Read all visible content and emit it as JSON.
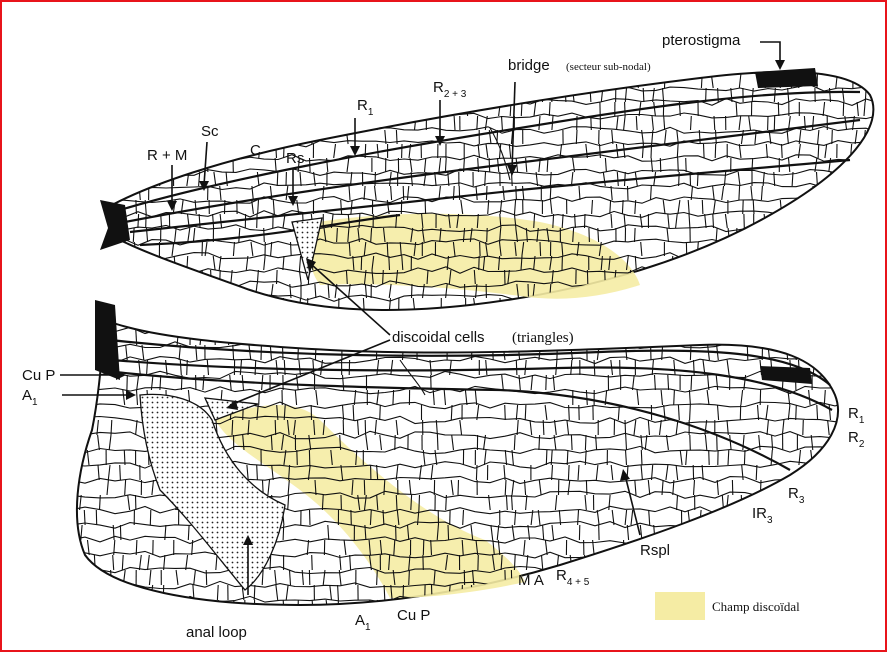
{
  "diagram": {
    "labels": {
      "pterostigma": "pterostigma",
      "bridge": "bridge",
      "bridge_note": "(secteur sub-nodal)",
      "r23": "R",
      "r23_sub": "2 + 3",
      "r1": "R",
      "r1_sub": "1",
      "rs": "Rs",
      "sc": "Sc",
      "rm": "R + M",
      "c": "C",
      "discoidal": "discoidal cells",
      "discoidal_note": "(triangles)",
      "cup_left": "Cu P",
      "a1_left": "A",
      "a1_left_sub": "1",
      "hw_r1": "R",
      "hw_r1_sub": "1",
      "hw_r2": "R",
      "hw_r2_sub": "2",
      "hw_r3": "R",
      "hw_r3_sub": "3",
      "hw_ir3": "IR",
      "hw_ir3_sub": "3",
      "rspl": "Rspl",
      "ma": "M A",
      "r45": "R",
      "r45_sub": "4 + 5",
      "cup_bottom": "Cu P",
      "a1_bottom": "A",
      "a1_bottom_sub": "1",
      "anal_loop": "anal loop"
    },
    "legend": {
      "label": "Champ discoïdal",
      "color": "#f5eca4"
    },
    "colors": {
      "frame": "#e8141b",
      "highlight": "#f5eca4",
      "ink": "#111111"
    }
  }
}
